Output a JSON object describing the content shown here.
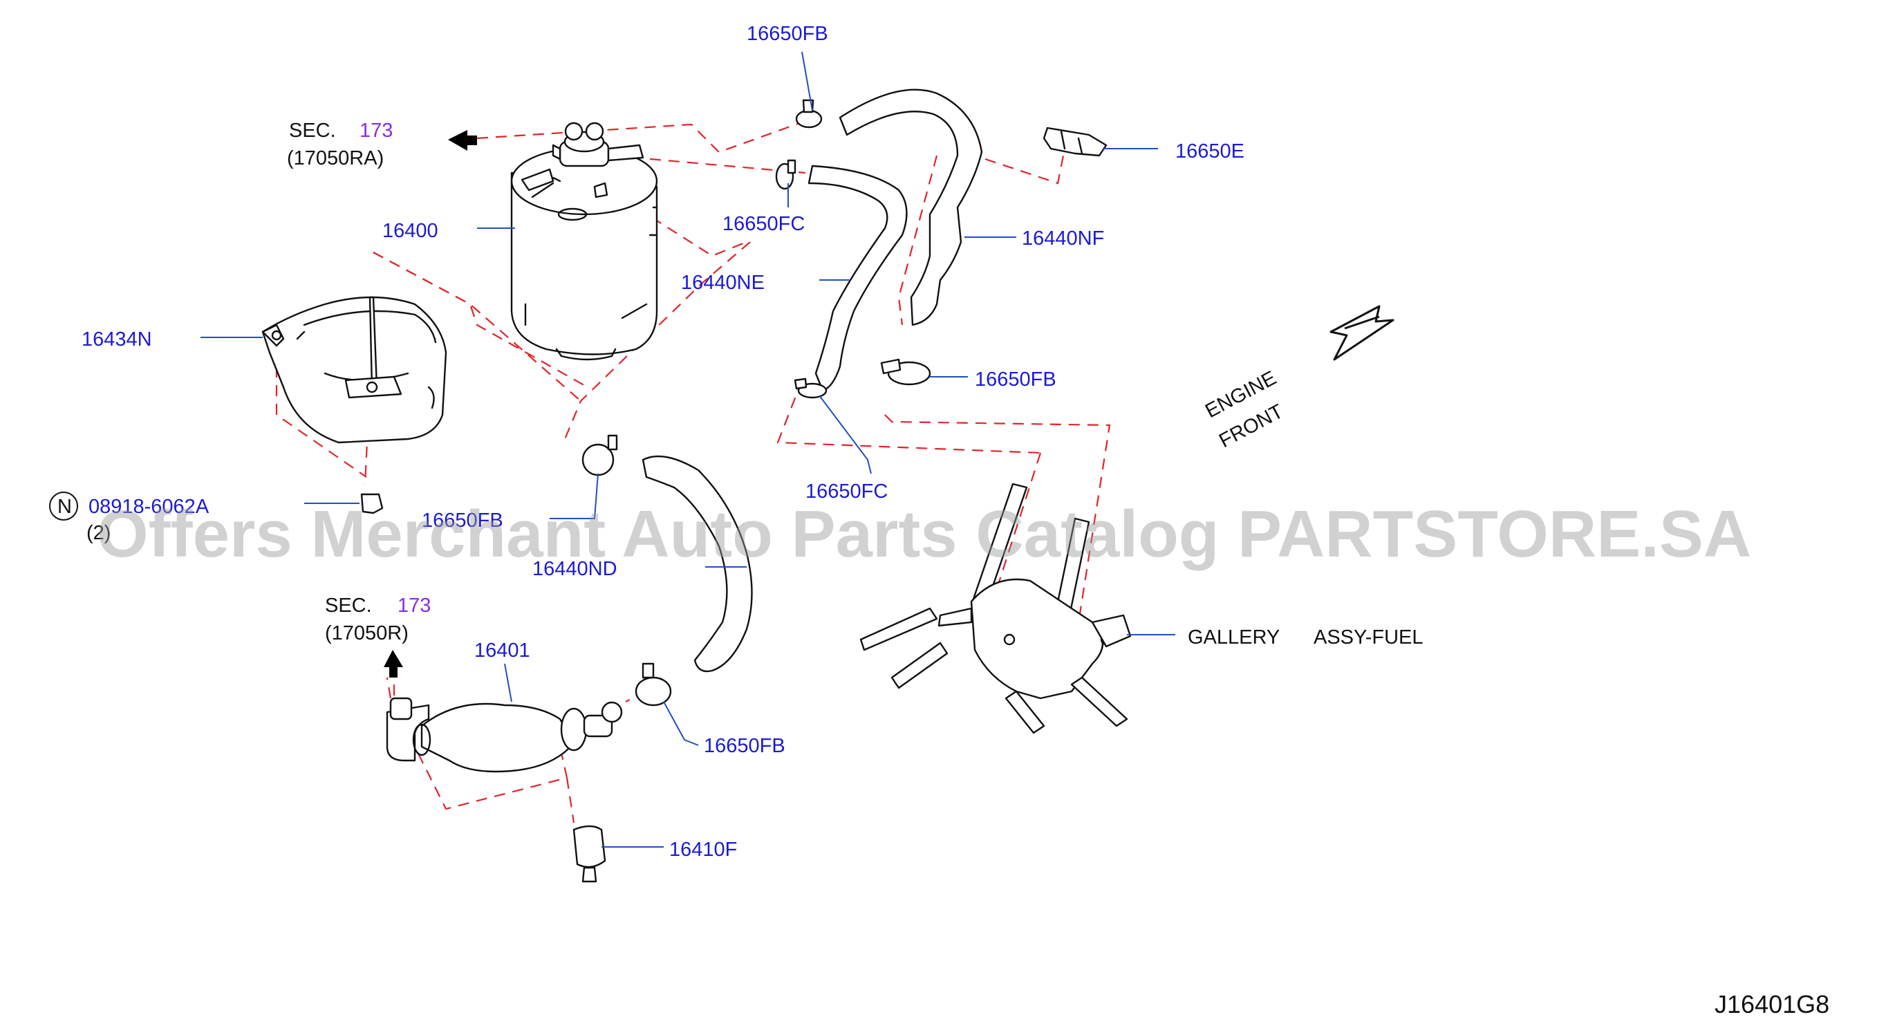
{
  "diagram": {
    "part_labels": {
      "p16650FB_top": "16650FB",
      "p16650E": "16650E",
      "p16650FC_top": "16650FC",
      "p16440NF": "16440NF",
      "p16440NE": "16440NE",
      "p16400": "16400",
      "p16434N": "16434N",
      "p16650FB_mid": "16650FB",
      "p16650FC_mid": "16650FC",
      "p16650FB_left": "16650FB",
      "p16440ND": "16440ND",
      "p16401": "16401",
      "p16650FB_bottom": "16650FB",
      "p16410F": "16410F",
      "bolt": "08918-6062A",
      "bolt_qty": "(2)",
      "bolt_badge": "N"
    },
    "sec_top": {
      "prefix": "SEC.",
      "number": "173",
      "ref": "(17050RA)"
    },
    "sec_bottom": {
      "prefix": "SEC.",
      "number": "173",
      "ref": "(17050R)"
    },
    "gallery": {
      "label1": "GALLERY",
      "label2": "ASSY-FUEL"
    },
    "engine_front": {
      "line1": "ENGINE",
      "line2": "FRONT"
    },
    "figure_id": "J16401G8"
  },
  "watermark": "Offers Merchant Auto Parts Catalog PARTSTORE.SA",
  "colors": {
    "label_blue": "#1a1ad6",
    "sec_number_purple": "#8a2be2",
    "dashed_red": "#e0242a",
    "outline": "#111111"
  }
}
